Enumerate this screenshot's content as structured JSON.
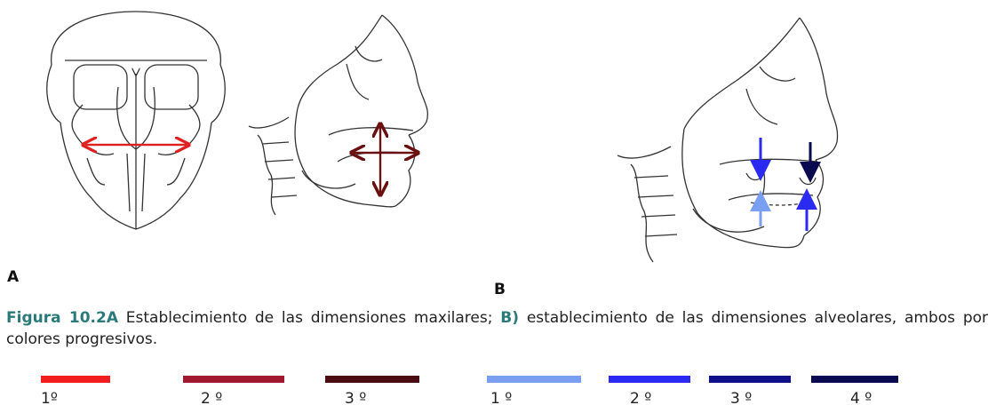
{
  "panels": {
    "a_label": "A",
    "b_label": "B"
  },
  "caption": {
    "figure_ref": "Figura 10.2A",
    "part1": " Establecimiento de las dimensiones maxilares; ",
    "b_ref": "B)",
    "part2": " establecimiento de las dimensiones alveolares, ambos por colores progresivos."
  },
  "legend_a": [
    {
      "label": "1º",
      "color": "#f01e1e"
    },
    {
      "label": "2 º",
      "color": "#a01830"
    },
    {
      "label": "3 º",
      "color": "#4a0c10"
    }
  ],
  "legend_b": [
    {
      "label": "1 º",
      "color": "#7b9ff0"
    },
    {
      "label": "2 º",
      "color": "#2a2af0"
    },
    {
      "label": "3 º",
      "color": "#10108a"
    },
    {
      "label": "4 º",
      "color": "#0a0a50"
    }
  ],
  "colors": {
    "line": "#333333",
    "arrow_red": "#e02020",
    "arrow_darkred": "#6a1010",
    "arrow_lightblue": "#7b9ff0",
    "arrow_blue": "#2a2af0",
    "arrow_navy": "#10108a"
  }
}
